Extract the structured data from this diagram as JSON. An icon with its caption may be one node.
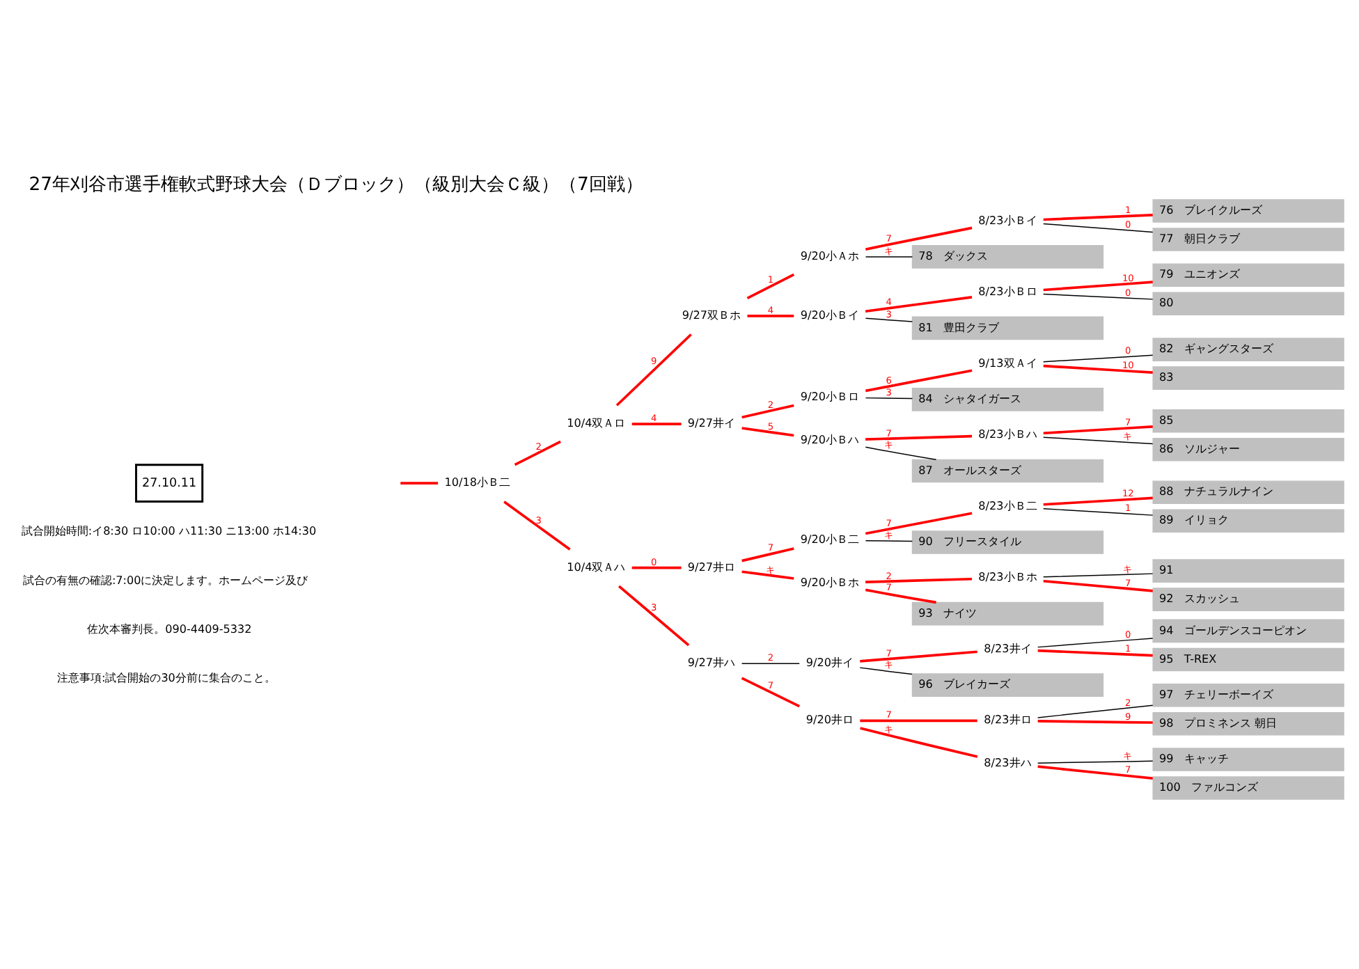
{
  "diagram": {
    "title": "27年刈谷市選手権軟式野球大会（Ｄブロック）（級別大会Ｃ級）（7回戦）",
    "nodes": [
      {
        "text": [
          "27.10.11"
        ]
      },
      {
        "text": [
          "10/18小Ｂ二"
        ]
      },
      {
        "text": [
          "10/4双Ａロ"
        ]
      },
      {
        "text": [
          "9/27双Ｂホ"
        ]
      },
      {
        "text": [
          "9/20小Ａホ"
        ]
      },
      {
        "text": [
          "8/23小Ｂイ"
        ]
      },
      {
        "text": [
          "76",
          "ブレイクルーズ"
        ]
      },
      {
        "text": [
          "77",
          "朝日クラブ"
        ]
      },
      {
        "text": [
          "78",
          "ダックス"
        ]
      },
      {
        "text": [
          "9/20小Ｂイ"
        ]
      },
      {
        "text": [
          "8/23小Ｂロ"
        ]
      },
      {
        "text": [
          "79",
          "ユニオンズ"
        ]
      },
      {
        "text": [
          "80"
        ]
      },
      {
        "text": [
          "81",
          "豊田クラブ"
        ]
      },
      {
        "text": [
          "9/27井イ"
        ]
      },
      {
        "text": [
          "9/20小Ｂロ"
        ]
      },
      {
        "text": [
          "9/13双Ａイ"
        ]
      },
      {
        "text": [
          "82",
          "ギャングスターズ"
        ]
      },
      {
        "text": [
          "83"
        ]
      },
      {
        "text": [
          "84",
          "シャタイガース"
        ]
      },
      {
        "text": [
          "9/20小Ｂハ"
        ]
      },
      {
        "text": [
          "8/23小Ｂハ"
        ]
      },
      {
        "text": [
          "85"
        ]
      },
      {
        "text": [
          "86",
          "ソルジャー"
        ]
      },
      {
        "text": [
          "87",
          "オールスターズ"
        ]
      },
      {
        "text": [
          "10/4双Ａハ"
        ]
      },
      {
        "text": [
          "9/27井ロ"
        ]
      },
      {
        "text": [
          "9/20小Ｂ二"
        ]
      },
      {
        "text": [
          "8/23小Ｂ二"
        ]
      },
      {
        "text": [
          "88",
          "ナチュラルナイン"
        ]
      },
      {
        "text": [
          "89",
          "イリョク"
        ]
      },
      {
        "text": [
          "90",
          "フリースタイル"
        ]
      },
      {
        "text": [
          "9/20小Ｂホ"
        ]
      },
      {
        "text": [
          "8/23小Ｂホ"
        ]
      },
      {
        "text": [
          "91"
        ]
      },
      {
        "text": [
          "92",
          "スカッシュ"
        ]
      },
      {
        "text": [
          "93",
          "ナイツ"
        ]
      },
      {
        "text": [
          "9/27井ハ"
        ]
      },
      {
        "text": [
          "9/20井イ"
        ]
      },
      {
        "text": [
          "8/23井イ"
        ]
      },
      {
        "text": [
          "94",
          "ゴールデンスコーピオン"
        ]
      },
      {
        "text": [
          "95",
          "T-REX"
        ]
      },
      {
        "text": [
          "96",
          "ブレイカーズ"
        ]
      },
      {
        "text": [
          "9/20井ロ"
        ]
      },
      {
        "text": [
          "8/23井ロ"
        ]
      },
      {
        "text": [
          "97",
          "チェリーボーイズ"
        ]
      },
      {
        "text": [
          "98",
          "プロミネンス 朝日"
        ]
      },
      {
        "text": [
          "8/23井ハ"
        ]
      },
      {
        "text": [
          "99",
          "キャッチ"
        ]
      },
      {
        "text": [
          "100",
          "ファルコンズ"
        ]
      }
    ],
    "edges": [
      {
        "from": 6,
        "to": 5,
        "arrow": "none",
        "label": "1"
      },
      {
        "from": 7,
        "to": 5,
        "arrow": "none",
        "label": "0",
        "color": "#000000"
      },
      {
        "from": 5,
        "to": 4,
        "arrow": "none",
        "label": "7"
      },
      {
        "from": 8,
        "to": 4,
        "arrow": "none",
        "label": "キ",
        "color": "#000000"
      },
      {
        "from": 11,
        "to": 10,
        "arrow": "none",
        "label": "10"
      },
      {
        "from": 12,
        "to": 10,
        "arrow": "none",
        "label": "0",
        "color": "#000000"
      },
      {
        "from": 10,
        "to": 9,
        "arrow": "none",
        "label": "4"
      },
      {
        "from": 13,
        "to": 9,
        "arrow": "none",
        "label": "3",
        "color": "#000000"
      },
      {
        "from": 4,
        "to": 3,
        "arrow": "none",
        "label": "1"
      },
      {
        "from": 9,
        "to": 3,
        "arrow": "none",
        "label": "4"
      },
      {
        "from": 17,
        "to": 16,
        "arrow": "none",
        "label": "0",
        "color": "#000000"
      },
      {
        "from": 18,
        "to": 16,
        "arrow": "none",
        "label": "10"
      },
      {
        "from": 16,
        "to": 15,
        "arrow": "none",
        "label": "6"
      },
      {
        "from": 19,
        "to": 15,
        "arrow": "none",
        "label": "3",
        "color": "#000000"
      },
      {
        "from": 22,
        "to": 21,
        "arrow": "none",
        "label": "7"
      },
      {
        "from": 23,
        "to": 21,
        "arrow": "none",
        "label": "キ",
        "color": "#000000"
      },
      {
        "from": 21,
        "to": 20,
        "arrow": "none",
        "label": "7"
      },
      {
        "from": 24,
        "to": 20,
        "arrow": "none",
        "label": "キ",
        "color": "#000000"
      },
      {
        "from": 15,
        "to": 14,
        "arrow": "none",
        "label": "2"
      },
      {
        "from": 20,
        "to": 14,
        "arrow": "none",
        "label": "5"
      },
      {
        "from": 3,
        "to": 2,
        "arrow": "none",
        "label": "9"
      },
      {
        "from": 14,
        "to": 2,
        "arrow": "none",
        "label": "4"
      },
      {
        "from": 29,
        "to": 28,
        "arrow": "none",
        "label": "12"
      },
      {
        "from": 30,
        "to": 28,
        "arrow": "none",
        "label": "1",
        "color": "#000000"
      },
      {
        "from": 28,
        "to": 27,
        "arrow": "none",
        "label": "7"
      },
      {
        "from": 31,
        "to": 27,
        "arrow": "none",
        "label": "キ",
        "color": "#000000"
      },
      {
        "from": 34,
        "to": 33,
        "arrow": "none",
        "label": "キ",
        "color": "#000000"
      },
      {
        "from": 35,
        "to": 33,
        "arrow": "none",
        "label": "7"
      },
      {
        "from": 33,
        "to": 32,
        "arrow": "none",
        "label": "2"
      },
      {
        "from": 36,
        "to": 32,
        "arrow": "none",
        "label": "7"
      },
      {
        "from": 27,
        "to": 26,
        "arrow": "none",
        "label": "7"
      },
      {
        "from": 32,
        "to": 26,
        "arrow": "none",
        "label": "キ"
      },
      {
        "from": 40,
        "to": 39,
        "arrow": "none",
        "label": "0",
        "color": "#000000"
      },
      {
        "from": 41,
        "to": 39,
        "arrow": "none",
        "label": "1"
      },
      {
        "from": 39,
        "to": 38,
        "arrow": "none",
        "label": "7"
      },
      {
        "from": 42,
        "to": 38,
        "arrow": "none",
        "label": "キ",
        "color": "#000000"
      },
      {
        "from": 45,
        "to": 44,
        "arrow": "none",
        "label": "2",
        "color": "#000000"
      },
      {
        "from": 46,
        "to": 44,
        "arrow": "none",
        "label": "9"
      },
      {
        "from": 48,
        "to": 47,
        "arrow": "none",
        "label": "キ",
        "color": "#000000"
      },
      {
        "from": 49,
        "to": 47,
        "arrow": "none",
        "label": "7"
      },
      {
        "from": 44,
        "to": 43,
        "arrow": "none",
        "label": "7"
      },
      {
        "from": 47,
        "to": 43,
        "arrow": "none",
        "label": "キ"
      },
      {
        "from": 38,
        "to": 37,
        "arrow": "none",
        "label": "2",
        "color": "#000000"
      },
      {
        "from": 43,
        "to": 37,
        "arrow": "none",
        "label": "7"
      },
      {
        "from": 2,
        "to": 1,
        "arrow": "none",
        "label": "2"
      },
      {
        "from": 26,
        "to": 25,
        "arrow": "none",
        "label": "0"
      },
      {
        "from": 37,
        "to": 25,
        "arrow": "none",
        "label": "3"
      },
      {
        "from": 25,
        "to": 1,
        "arrow": "none",
        "label": "3"
      },
      {
        "from": 1,
        "to": null,
        "arrow": "none"
      }
    ],
    "labels": [
      "試合開始時間:イ8:30 ロ10:00 ハ11:30 ニ13:00 ホ14:30",
      "試合の有無の確認:7:00に決定します。ホームページ及び",
      "佐次本審判長。090-4409-5332",
      "注意事項:試合開始の30分前に集合のこと。"
    ]
  }
}
